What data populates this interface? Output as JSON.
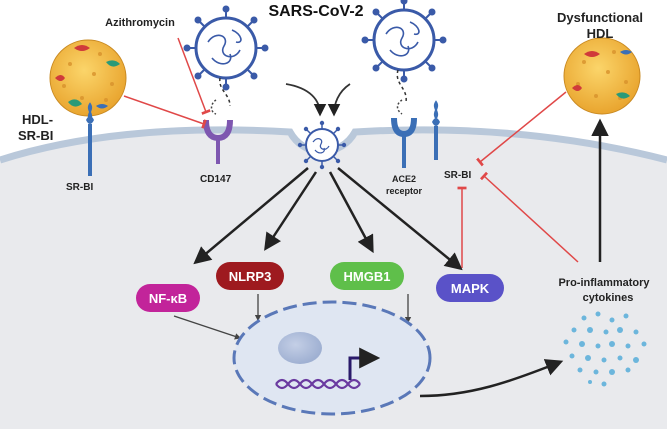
{
  "title": "SARS-CoV-2",
  "labels": {
    "azithromycin": "Azithromycin",
    "hdl_sr_bi_line1": "HDL-",
    "hdl_sr_bi_line2": "SR-BI",
    "sr_bi_left": "SR-BI",
    "cd147": "CD147",
    "ace2_line1": "ACE2",
    "ace2_line2": "receptor",
    "sr_bi_right": "SR-BI",
    "dysfunctional_line1": "Dysfunctional",
    "dysfunctional_line2": "HDL",
    "pro_inflammatory_line1": "Pro-inflammatory",
    "pro_inflammatory_line2": "cytokines"
  },
  "pathways": [
    {
      "label": "NF-κB",
      "color": "#c2249a"
    },
    {
      "label": "NLRP3",
      "color": "#9e1a1f"
    },
    {
      "label": "HMGB1",
      "color": "#5fbf4a"
    },
    {
      "label": "MAPK",
      "color": "#5a52c8"
    }
  ],
  "colors": {
    "cell_fill": "#e9eaed",
    "membrane": "#b9c8da",
    "nucleus_fill": "#dfe6f2",
    "nucleus_border": "#5a78b8",
    "virus": "#3a5aa8",
    "inhibition": "#e04848",
    "hdl_fill": "#f0b43c",
    "receptor_blue": "#3b6fb6",
    "receptor_purple": "#7e57b0",
    "dna": "#6a3aa0",
    "cytokine": "#6cb6dc",
    "arrow": "#222222"
  }
}
